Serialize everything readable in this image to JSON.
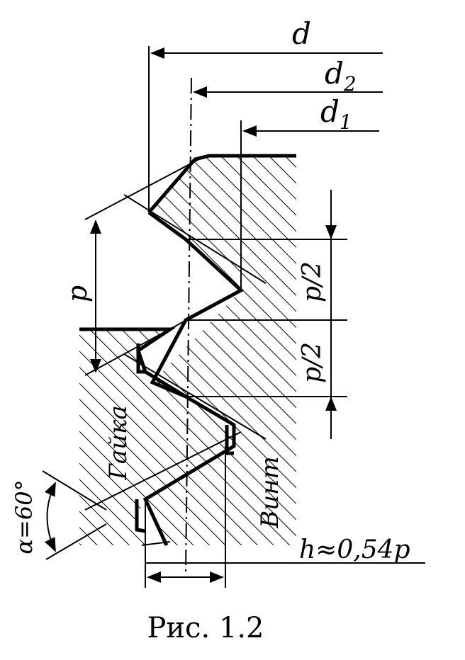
{
  "labels": {
    "d": "d",
    "d2_base": "d",
    "d2_sub": "2",
    "d1_base": "d",
    "d1_sub": "1",
    "p": "p",
    "p_half_upper": "p/2",
    "p_half_lower": "p/2",
    "nut": "Гайка",
    "screw": "Винт",
    "angle": "α=60°",
    "height": "h≈0,54p"
  },
  "caption": "Рис. 1.2"
}
